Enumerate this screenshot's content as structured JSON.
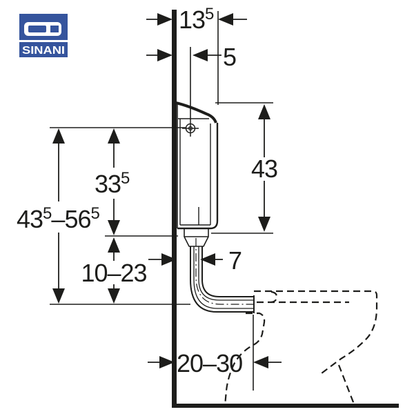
{
  "brand": {
    "name": "SINANI",
    "color": "#35549d"
  },
  "drawing": {
    "ink_color": "#1d1d1b",
    "dims": {
      "cistern_depth": {
        "main": "13",
        "sup": "5"
      },
      "wall_to_fixing": {
        "main": "5"
      },
      "cistern_height": {
        "main": "43"
      },
      "fixing_to_bottom": {
        "main": "33",
        "sup": "5"
      },
      "height_range": {
        "p1": "43",
        "p2": "5",
        "p3": "–",
        "p4": "56",
        "p5": "5"
      },
      "bottom_to_pipe_axis": {
        "main": "10–23"
      },
      "wall_to_pipe": {
        "main": "7"
      },
      "wall_to_inlet": {
        "main": "20–30"
      }
    }
  }
}
